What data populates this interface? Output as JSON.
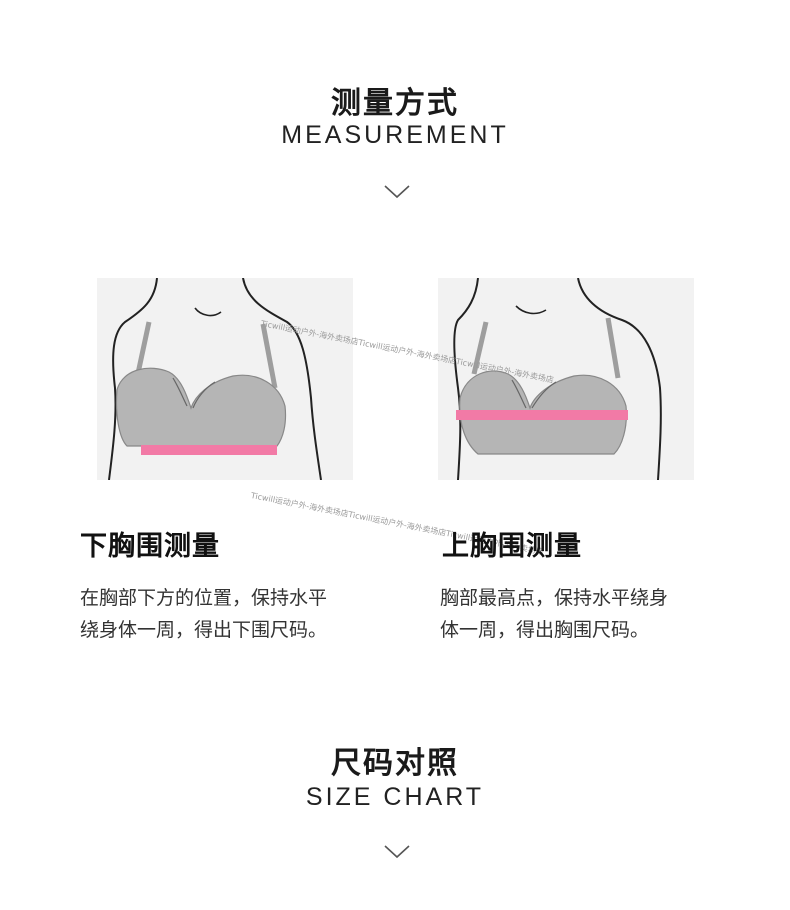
{
  "measurement": {
    "title": "测量方式",
    "subtitle": "MEASUREMENT",
    "chevron_icon": "chevron-down-icon"
  },
  "methods": [
    {
      "heading": "下胸围测量",
      "description_line1": "在胸部下方的位置，保持水平",
      "description_line2": "绕身体一周，得出下围尺码。"
    },
    {
      "heading": "上胸围测量",
      "description_line1": "胸部最高点，保持水平绕身",
      "description_line2": "体一周，得出胸围尺码。"
    }
  ],
  "size_chart": {
    "title": "尺码对照",
    "subtitle": "SIZE CHART",
    "chevron_icon": "chevron-down-icon"
  },
  "watermark": "Ticwill运动户外-海外卖场店Ticwill运动户外-海外卖场店Ticwill运动户外-海外卖场店",
  "colors": {
    "tape": "#f27aa6",
    "bra": "#b5b5b5",
    "illustration_bg": "#f2f2f2"
  }
}
